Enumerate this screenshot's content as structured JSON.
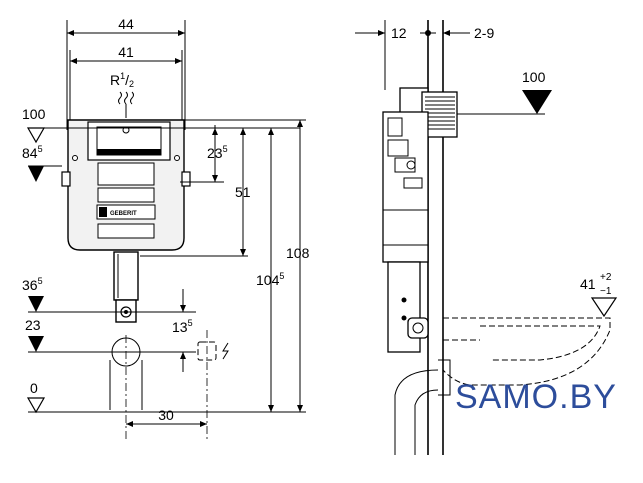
{
  "front_view": {
    "width_top": "44",
    "width_inner": "41",
    "thread_main": "R",
    "thread_num": "1",
    "thread_den": "2",
    "level_100": "100",
    "level_84": "84",
    "level_84_sup": "5",
    "dim_23": "23",
    "dim_23_sup": "5",
    "dim_51": "51",
    "dim_104": "104",
    "dim_104_sup": "5",
    "dim_108": "108",
    "level_36": "36",
    "level_36_sup": "5",
    "level_23": "23",
    "dim_13": "13",
    "dim_13_sup": "5",
    "level_0": "0",
    "dim_30": "30",
    "brand": "GEBERIT"
  },
  "side_view": {
    "dim_12": "12",
    "dim_2_9": "2-9",
    "level_100": "100",
    "level_41": "41",
    "tol_plus": "+2",
    "tol_minus": "−1"
  },
  "watermark": "SAMO.BY"
}
